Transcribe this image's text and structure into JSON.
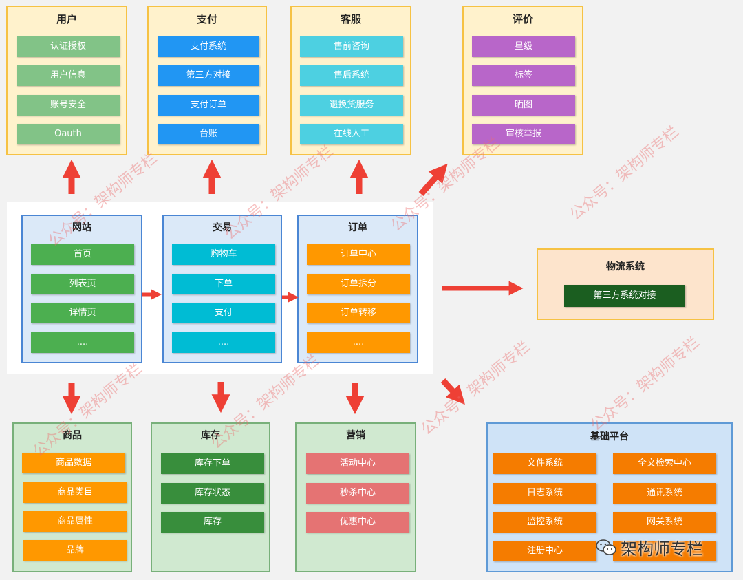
{
  "colors": {
    "light_green_item": "#82c387",
    "blue_item": "#2196f3",
    "cyan_item": "#4dd0e1",
    "purple_item": "#b866c9",
    "green_item": "#4caf50",
    "teal_item": "#00bcd4",
    "orange_item": "#ff9800",
    "dark_green_item": "#1b5e20",
    "forest_item": "#388e3c",
    "salmon_item": "#e57373",
    "deep_orange_item": "#f57c00",
    "arrow": "#ee4035",
    "watermark": "#eb6e6e"
  },
  "top": {
    "user": {
      "title": "用户",
      "items": [
        "认证授权",
        "用户信息",
        "账号安全",
        "Oauth"
      ]
    },
    "payment": {
      "title": "支付",
      "items": [
        "支付系统",
        "第三方对接",
        "支付订单",
        "台账"
      ]
    },
    "service": {
      "title": "客服",
      "items": [
        "售前咨询",
        "售后系统",
        "退换货服务",
        "在线人工"
      ]
    },
    "review": {
      "title": "评价",
      "items": [
        "星级",
        "标签",
        "晒图",
        "审核举报"
      ]
    }
  },
  "middle": {
    "website": {
      "title": "网站",
      "items": [
        "首页",
        "列表页",
        "详情页",
        "...."
      ]
    },
    "trade": {
      "title": "交易",
      "items": [
        "购物车",
        "下单",
        "支付",
        "...."
      ]
    },
    "order": {
      "title": "订单",
      "items": [
        "订单中心",
        "订单拆分",
        "订单转移",
        "...."
      ]
    }
  },
  "logistics": {
    "title": "物流系统",
    "items": [
      "第三方系统对接"
    ]
  },
  "bottom": {
    "goods": {
      "title": "商品",
      "items": [
        "商品数据",
        "商品类目",
        "商品属性",
        "品牌"
      ]
    },
    "stock": {
      "title": "库存",
      "items": [
        "库存下单",
        "库存状态",
        "库存"
      ]
    },
    "marketing": {
      "title": "营销",
      "items": [
        "活动中心",
        "秒杀中心",
        "优惠中心"
      ]
    }
  },
  "platform": {
    "title": "基础平台",
    "left": [
      "文件系统",
      "日志系统",
      "监控系统",
      "注册中心"
    ],
    "right": [
      "全文检索中心",
      "通讯系统",
      "网关系统"
    ]
  },
  "watermark": "公众号：架构师专栏",
  "brand": {
    "label": "架构师专栏",
    "icon": "wechat-icon"
  }
}
